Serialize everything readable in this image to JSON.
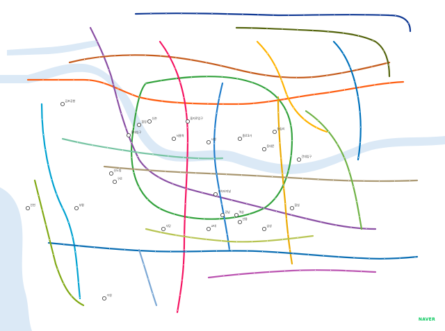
{
  "brand": {
    "logo_text": "NAVER",
    "color": "#03c75a"
  },
  "map": {
    "type": "subway-network-map",
    "water_color": "#dbe9f6",
    "line_colors": [
      "#0d3692",
      "#33a23d",
      "#fe5d10",
      "#00a2d1",
      "#8b50a4",
      "#c55c1d",
      "#54640d",
      "#f51361",
      "#aa9872",
      "#eba900",
      "#0b6eb3",
      "#77c4a3",
      "#ba52b0",
      "#6fb245",
      "#81a914",
      "#ffb300",
      "#217dcb",
      "#b7c452",
      "#0072bc",
      "#7ca8d5"
    ],
    "station_labels": [
      "서울역",
      "시청",
      "종로3가",
      "동대문",
      "신도림",
      "사당",
      "강남",
      "잠실",
      "왕십리",
      "합정",
      "홍대입구",
      "고속터미널",
      "김포공항",
      "인천",
      "수원",
      "부평",
      "구로",
      "건대입구",
      "교대",
      "선릉",
      "삼성",
      "역삼",
      "신촌",
      "을지로입구"
    ]
  }
}
